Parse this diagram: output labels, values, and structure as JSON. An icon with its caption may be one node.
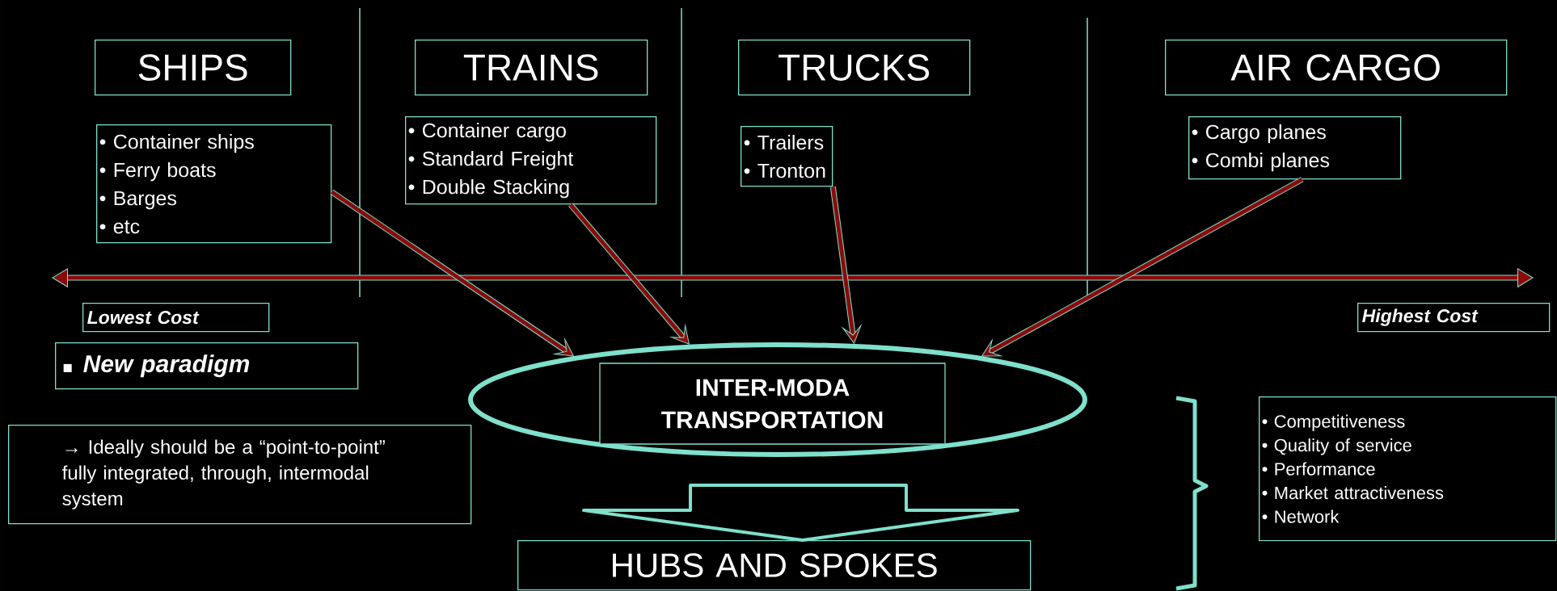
{
  "diagram": {
    "nodes": [
      {
        "text": [
          "SHIPS"
        ]
      },
      {
        "text": [
          "TRAINS"
        ]
      },
      {
        "text": [
          "TRUCKS"
        ]
      },
      {
        "text": [
          "AIR CARGO"
        ]
      },
      {
        "text": [
          "• Container ships",
          "• Ferry boats",
          "• Barges",
          "• etc"
        ]
      },
      {
        "text": [
          "• Container cargo",
          "• Standard Freight",
          "• Double Stacking"
        ]
      },
      {
        "text": [
          "• Trailers",
          "• Tronton"
        ]
      },
      {
        "text": [
          "• Cargo planes",
          "• Combi planes"
        ]
      },
      {
        "text": [
          "Lowest Cost"
        ]
      },
      {
        "text": [
          "Highest Cost"
        ]
      },
      {
        "text": [
          "New paradigm"
        ]
      },
      {
        "text": [
          "→ Ideally should be a “point-to-point” fully integrated, through, intermodal system"
        ]
      },
      {
        "text": [],
        "shape": "ellipse"
      },
      {
        "text": [
          "INTER-MODA TRANSPORTATION"
        ],
        "in": 12
      },
      {
        "text": [
          "HUBS AND SPOKES"
        ]
      },
      {
        "text": [
          "• Competitiveness",
          "• Quality of service",
          "• Performance",
          "• Market attractiveness",
          "• Network"
        ]
      }
    ],
    "edges": [
      {
        "from": 4,
        "to": 12,
        "arrow": "to"
      },
      {
        "from": 5,
        "to": 12,
        "arrow": "to"
      },
      {
        "from": 6,
        "to": 12,
        "arrow": "to"
      },
      {
        "from": 7,
        "to": 12,
        "arrow": "to"
      },
      {
        "from": 12,
        "to": 14,
        "arrow": "to"
      }
    ]
  }
}
